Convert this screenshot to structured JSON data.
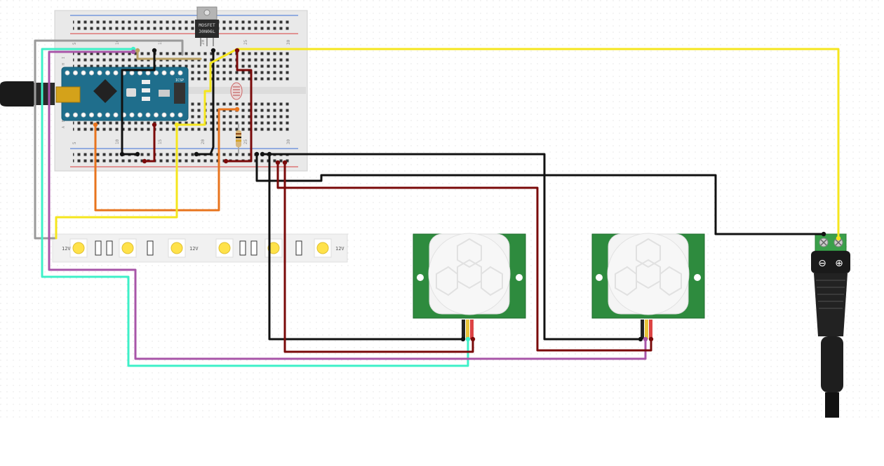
{
  "diagram": {
    "mosfet_label_line1": "MOSFET",
    "mosfet_label_line2": "30N06L",
    "led_strip_label": "12V",
    "breadboard_top_numbers": [
      "5",
      "10",
      "15",
      "20",
      "25",
      "30"
    ],
    "breadboard_row_letters": [
      "J",
      "I",
      "H",
      "G",
      "F",
      "E",
      "D",
      "C",
      "B",
      "A"
    ],
    "arduino_label": "ICSP",
    "power_jack_minus": "⊖",
    "power_jack_plus": "⊕",
    "wire_colors": {
      "black": "#111111",
      "red": "#7a0a0a",
      "yellow": "#f5e61e",
      "orange": "#e8741e",
      "purple": "#a855a8",
      "teal": "#3ef0c8",
      "gray": "#9a9a9a",
      "tan": "#b8a063"
    },
    "component_colors": {
      "breadboard": "#e6e6e6",
      "arduino": "#1f6e8c",
      "pir_board": "#2e8b3e",
      "pir_dome": "#f2f2f2",
      "led_strip": "#f0f0f0",
      "led_chip": "#ffe24a",
      "terminal": "#3aa04a"
    }
  }
}
